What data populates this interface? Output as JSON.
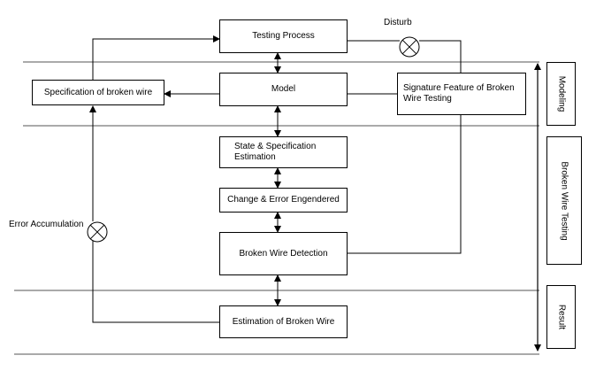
{
  "boxes": {
    "testing_process": "Testing Process",
    "model": "Model",
    "specification": "Specification of broken wire",
    "signature_feature": "Signature Feature of Broken Wire Testing",
    "state_estimation": "State & Specification Estimation",
    "change_error": "Change & Error Engendered",
    "broken_detection": "Broken Wire Detection",
    "estimation_broken": "Estimation of Broken Wire"
  },
  "labels": {
    "disturb": "Disturb",
    "error_accumulation": "Error Accumulation"
  },
  "stages": {
    "modeling": "Modeling",
    "broken_wire_testing": "Broken Wire Testing",
    "result": "Result"
  }
}
